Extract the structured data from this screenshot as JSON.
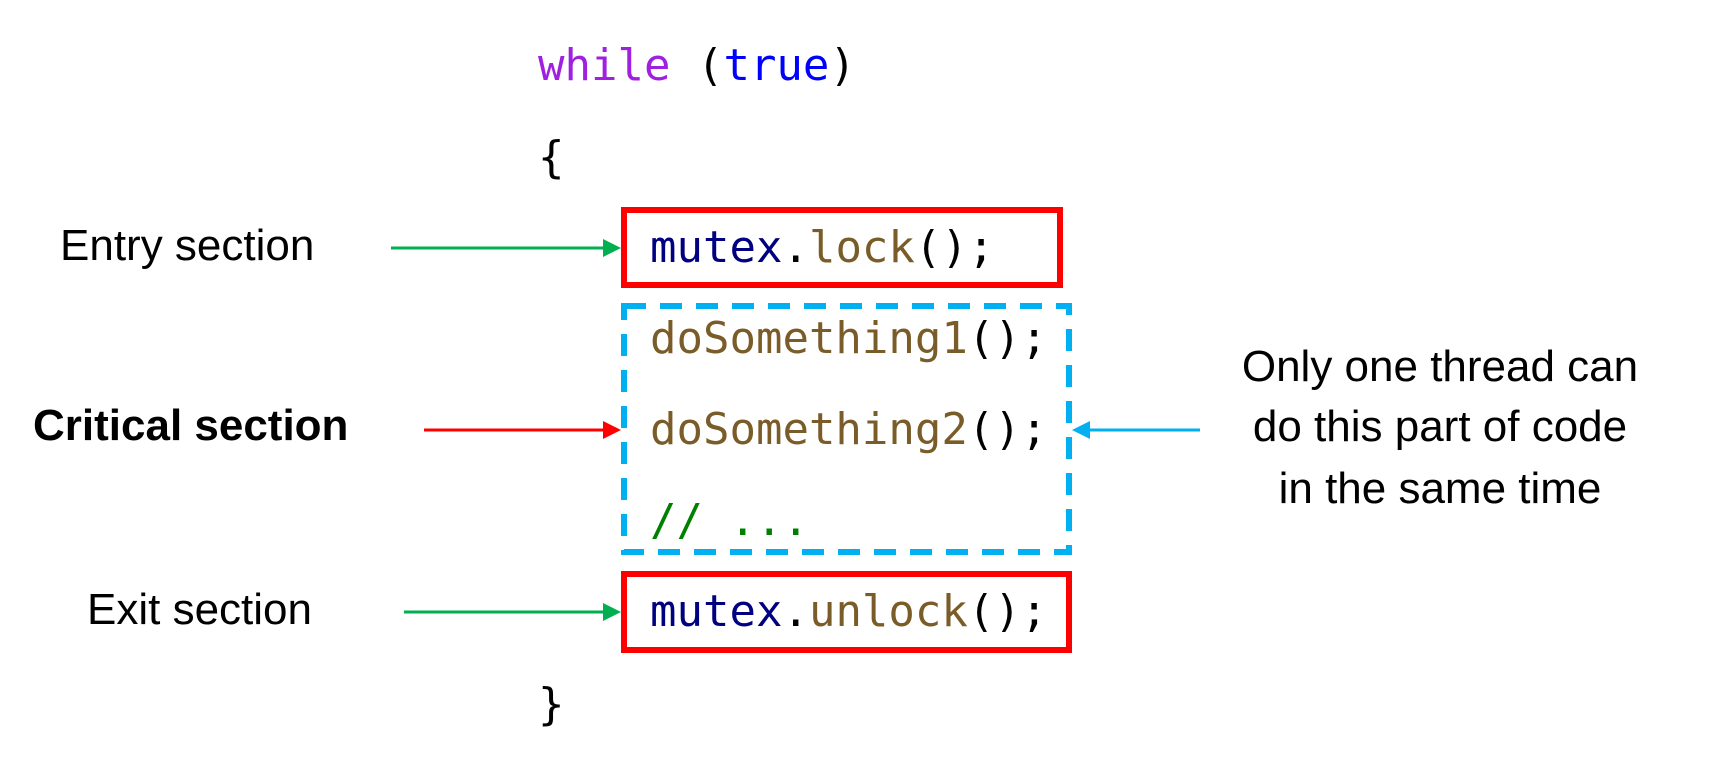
{
  "code": {
    "while_kw": "while",
    "open_paren": "(",
    "true_kw": "true",
    "close_paren": ")",
    "open_brace": "{",
    "lock_obj": "mutex",
    "lock_dot": ".",
    "lock_fn": "lock",
    "lock_tail": "();",
    "line1_fn": "doSomething1",
    "line1_tail": "();",
    "line2_fn": "doSomething2",
    "line2_tail": "();",
    "comment": "// ...",
    "unlock_obj": "mutex",
    "unlock_dot": ".",
    "unlock_fn": "unlock",
    "unlock_tail": "();",
    "close_brace": "}"
  },
  "labels": {
    "entry": "Entry section",
    "critical": "Critical section",
    "exit": "Exit section",
    "note": [
      "Only one thread can",
      "do this part of code",
      "in the same time"
    ]
  },
  "colors": {
    "keyword": "#a020e0",
    "literal": "#0000ff",
    "object": "#000080",
    "function": "#7a5c28",
    "comment": "#008000",
    "lock_box": "#ff0000",
    "critical_box": "#00b0f0",
    "entry_exit_arrow": "#00b050",
    "critical_arrow": "#ff0000"
  }
}
